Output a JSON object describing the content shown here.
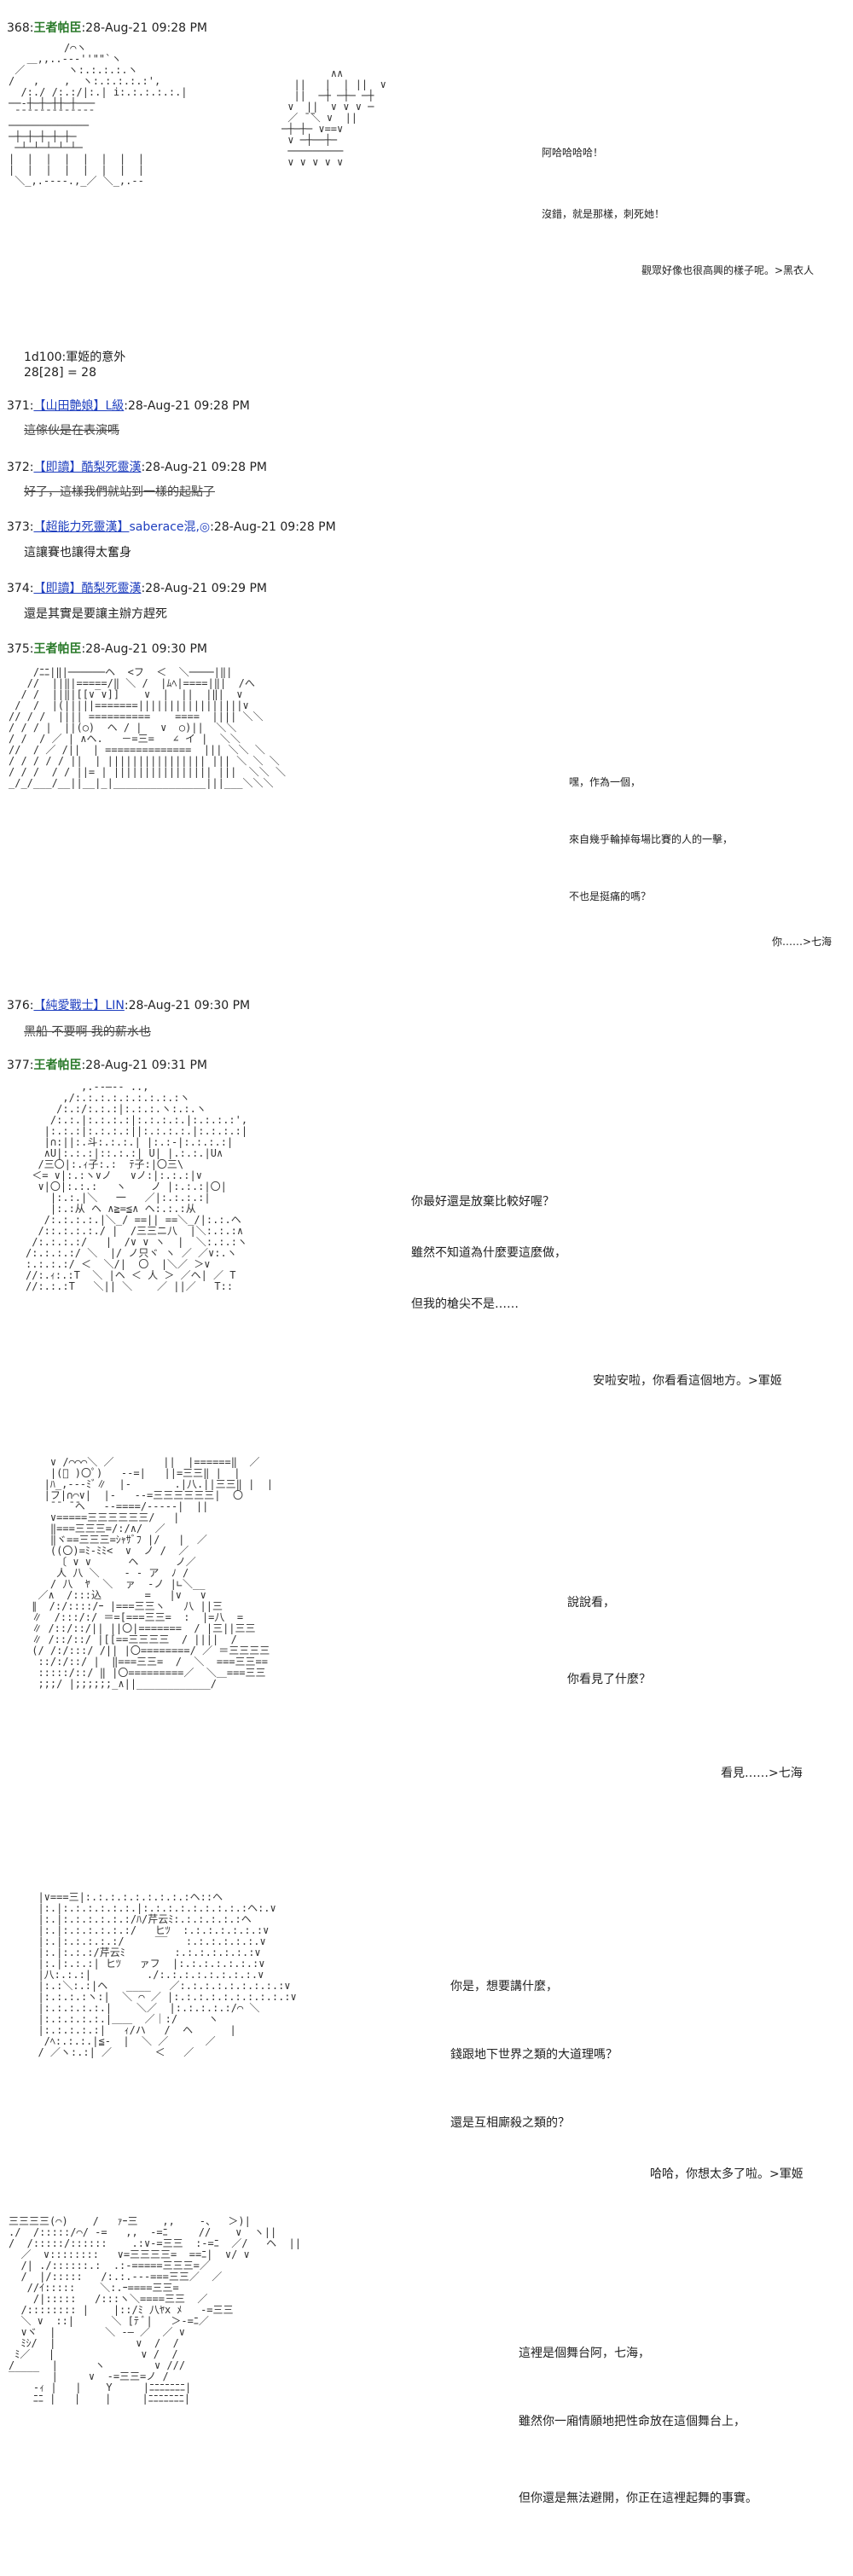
{
  "posts": [
    {
      "num": "368:",
      "name": "王者帕臣",
      "date": ":28-Aug-21 09:28 PM",
      "dialogue": [
        "阿哈哈哈哈！",
        "沒錯，就是那樣，刺死她！",
        "觀眾好像也很高興的樣子呢。>黑衣人"
      ]
    },
    {
      "dice_line1": "1d100:軍姬的意外",
      "dice_line2": "28[28] = 28"
    },
    {
      "num": "371:",
      "name": "【山田艶娘】L級",
      "date": ":28-Aug-21 09:28 PM",
      "body": "這傢伙是在表演嗎"
    },
    {
      "num": "372:",
      "name": "【即讀】酷梨死靈漢",
      "date": ":28-Aug-21 09:28 PM",
      "body": "好了，這樣我們就站到一樣的起點了"
    },
    {
      "num": "373:",
      "name": "【超能力死靈漢】",
      "trip": "saberace混,◎",
      "date": ":28-Aug-21 09:28 PM",
      "body": "這讓賽也讓得太奮身"
    },
    {
      "num": "374:",
      "name": "【即讀】酷梨死靈漢",
      "date": ":28-Aug-21 09:29 PM",
      "body": "還是其實是要讓主辦方趕死"
    },
    {
      "num": "375:",
      "name": "王者帕臣",
      "date": ":28-Aug-21 09:30 PM",
      "dialogue": [
        "嘿，作為一個，",
        "來自幾乎輪掉每場比賽的人的一擊，",
        "不也是挺痛的嗎？",
        "你……>七海"
      ]
    },
    {
      "num": "376:",
      "name": "【純愛戰士】LIN",
      "date": ":28-Aug-21 09:30 PM",
      "body": "黑船 不要啊 我的薪水也"
    },
    {
      "num": "377:",
      "name": "王者帕臣",
      "date": ":28-Aug-21 09:31 PM",
      "panels": [
        [
          "你最好還是放棄比較好喔？",
          "雖然不知道為什麼要這麼做，",
          "但我的槍尖不是……",
          "安啦安啦，你看看這個地方。>軍姬"
        ],
        [
          "說說看，",
          "你看見了什麼？",
          "看見……>七海"
        ],
        [
          "你是，想要講什麼，",
          "錢跟地下世界之類的大道理嗎？",
          "還是互相廝殺之類的？",
          "哈哈，你想太多了啦。>軍姬"
        ],
        [
          "這裡是個舞台阿，七海，",
          "雖然你一廂情願地把性命放在這個舞台上，",
          "但你還是無法避開，你正在這裡起舞的事實。"
        ]
      ]
    }
  ],
  "art": {
    "a1": "         /⌒ヽ\n   ＿,,..--‐''\"\"`ヽ\n ／       ヽ:.:.:.:.ヽ\n/   ,    ,  ヽ:.:.:.:.:',\n  /:./ /:.:/|:.| i:.:.:.:.:.|\n──‐┼─┼─┼┼─┼───\n ̄ ̄ ̄ ̄ ̄ ̄ ̄ ̄ ̄ ̄ ̄ ̄ ̄\n─────────────\n─┼─┼─┼─┼─┼─\n ─┴─┴─┴─┴─┴─\n|  |  |  |  |  |  |  |\n|  |  |  |  |  |  |  |\n ＼_,.-‐‐-.,_／ ＼_,.-‐\n",
    "a2": "        ∧∧\n  ||   |  | ||  ∨\n  ||  ─┼ ─┼─ ─┼\n ∨  ||  ∨ ∨ ∨ ─\n ／ ̄ ̄＼ ∨  ||\n─┼─┼─ ∨==∨\n ∨ ─┼──┼─\n ─────────\n ∨ ∨ ∨ ∨ ∨\n",
    "a3": "    /ﾆﾆ|‖|──────ヘ  <フ  ＜  ＼────|‖|\n   //  ||‖|=====/‖ ＼ /  |ﾑﾍ|====|‖|  /へ\n  / /  ||‖|[[∨‾∨]]    ∨  |  ||  |‖|  ∨\n /  /  |(|||||=======|||||||||||||||||∨\n// / /  |||| ==========    ====  |||| ＼＼\n/ / / |  ||(○)  ヘ / |   ∨  ○)||  ＼＼\n/ /  / ／ | ∧ヘ.   －=三=   ∠ イ |  ＼＼\n//  / ／ /||  | ==============  ||| ＼＼ ＼\n/ / / / / ||  | |||||||||||||||| ||| ＼ ＼ ＼\n/ / /  / / ||= | |||||||||||||||| |||  ＼＼ ＼\n_/_/___/__||__|_|_______________|||___＼＼＼\n",
    "a4": "         ,.--―-- ..,\n      ,/:.:.:.:.:.:.:.:.:ヽ\n     /:.:/:.:.:|:.:.:.ヽ:.:.ヽ\n    /:.:.|:.:.:.:|:.:.:.:.|:.:.:.:',\n   |:.:.:|:.:.:.:||:.:.:.:.|:.:.:.:|\n   |∩:||:.斗:.:.:.| |:.:-|:.:.:.:|\n   ∧U|:.:.:|::.:.:| U| |.:.:.|U∧\n  /三〇|:.ｨ子:.:  ﾃ子:|〇三\\\n ＜= ∨|:.:ヽ∨ノ   ∨ノ:|:.:.:|∨\n  ∨|〇|:.:.:   ヽ    ノ |:.:.:|〇|\n    |:.:.|＼   一   ／|:.:.:.:|\n    |:.:从 ヘ ∧≧=≦∧ ヘ:.:.:从\n   /:.:.:.:.|＼_/ ==|| ==＼_/|:.:.ヘ\n  /::.:.:.:./ |  /三三ニ八  |＼:.:.:∧\n /:.:.:.:/   |  /∨ ∨ ヽ  |  ＼:.:.:ヽ\n/:.:.:.:/ ＼  |/ ノ只ヾ ヽ ／ ／∨:.ヽ\n:.:.:.:/ ＜  ＼/|  〇  |＼／ ＞∨\n//:.ｨ:.:T  ＼ |ヘ ＜ 人 ＞ ／ヘ| ／ T\n//:.:.:T   ＼|| ＼    ／ ||／   T::\n",
    "a5": "    ∨ /⌒⌒⌒＼ ／        ||  |======‖  ／\n    |(ﾟ )〇ﾟ)   ‐-=|   ||=三三‖ |  |\n   |ﾊ_,--‐ﾐﾞ∥  |‐       .|八.||三三‖ |  |\n   |フ|∩⌒∨|  |‐   ‐‐=三三三三三三|  〇\n    ̄ ̄  ̄ ̄ヘ   ‐‐====/--‐‐‐|  ||\n    ∨=====三三三三三三/   |\n    ‖===三三三=/:/∧/  ／\n    ‖ヾ==三三三=ｼｬｻﾞﾌ |/   |  ／\n    ((〇)=ﾐ-ﾐﾐ<  ∨  ノ /  ／\n     〔 ∨ ∨      ヘ      ノ／\n     人 八 ＼    ‐ ‐ ア  ﾉ /\n    / 八  ﾔ  ＼  ァ  ‐ノ |∟＼__\n  ／∧  /:::込       =   |∨   ∨\n ∥  /:/::::/ｰ |===三三ヽ   八 ||三\n ∥  /:::/:/ ＝=[===三三=  :  |=八  =\n ∥ /::/::/|| ||〇|=======  / |三||三三\n ∥ /::/::/ |[[==三三三三  / ||||  /\n (/ /:/:::/ /|| |〇========/ ／ ＝三三三三\n  ::/:/::/ |  ‖===三三=  /  ＼  ===三三==\n  :::::/::/ ‖ |〇=========／  ＼＿===三三\n  ;;;/ |;;;;;;_∧||____________/\n",
    "a6": "  |∨===三|:.:.:.:.:.:.:.:.:ヘ::ヘ\n  |:.|:.:.:.:.:.:.|:.:.:.:.:.:.:.:.:ヘ:.∨\n  |:.|:.:.:.:.:.:/ﾊ/芹云ﾐ:.:.:.:.:.:ヘ\n  |:.|:.:.:.:.:.:/   ヒﾂ  :.:.:.:.:.:.:∨\n  |:.|:.:.:.:.:/     ‾‾   :.:.:.:.:.:.∨\n  |:.|:.:.:/芹云ﾐ        :.:.:.:.:.:.:∨\n  |:.|:.:.:| ヒﾂ   ァフ  |:.:.:.:.:.:.:∨\n  |八:.:.:|         ./:.:.:.:.:.:.:.:.∨\n  |:.:＼:.:|ヘ   ____   ／:.:.:.:.:.:.:.:.:∨\n  |:.:.:.:ヽ:|  ＼ ⌒ ／ |:.:.:.:.:.:.:.:.:.:∨\n  |:.:.:.:.:.|    ＼／  |:.:.:.:.:/⌒ ＼\n  |:.:.:.:.:.|＿＿  ／｜:/     ヽ\n  |:.:.:.:.:|   ｨ/ハ   /  ヘ      |\n   /ﾍ:.:.:.|≦‐  |  ＼ ／      ／\n  / ／ヽ:.:| ／       ＜   ／\n",
    "a7": "三三三三(⌒)    /   ｧｰ三    ,,    ‐、  ＞)|\n./  /:::::/⌒/ ‐=   ,,  ‐=ﾆ     //    ∨  ヽ||\n/  /:::::/::::::    .:∨‐=三三  :-=ﾆ  ／/   ヘ  ||\n  ／  ∨::::::::   ∨=三三三三=  ==ﾆ|  ∨/ ∨\n  /| ./::::::.:  .:‐=====三三三=／\n  /  |/:::::   /:.:.‐‐‐===三三／  ／\n   //ｲ:::::    ＼:.ｰ====三三=\n    /|:::::   /:::ヽ＼====三三  ／\n  /:::::::: |    |::/ﾐ 八ﾔx ﾒ   ‐=三三\n  ＼ ∨  ::|      ＼ [ﾃ ﾞ|   ＞‐=ﾆ／\n  ∨ヾ  |        ＼ ‐― ／  ／ ∨\n  ﾐｼ/  |             ∨  /  /\n ﾐ／   |              ∨ /  /\n/      |      ヽ        ∨ ///\n‾‾‾‾‾  |     ∨  ‐=三三=ノ /\n    ‐ｨ |   |    Y     |ﾆﾆﾆﾆﾆﾆﾆ|\n    ﾆﾆ |   |    |     |ﾆﾆﾆﾆﾆﾆﾆ|\n"
  }
}
